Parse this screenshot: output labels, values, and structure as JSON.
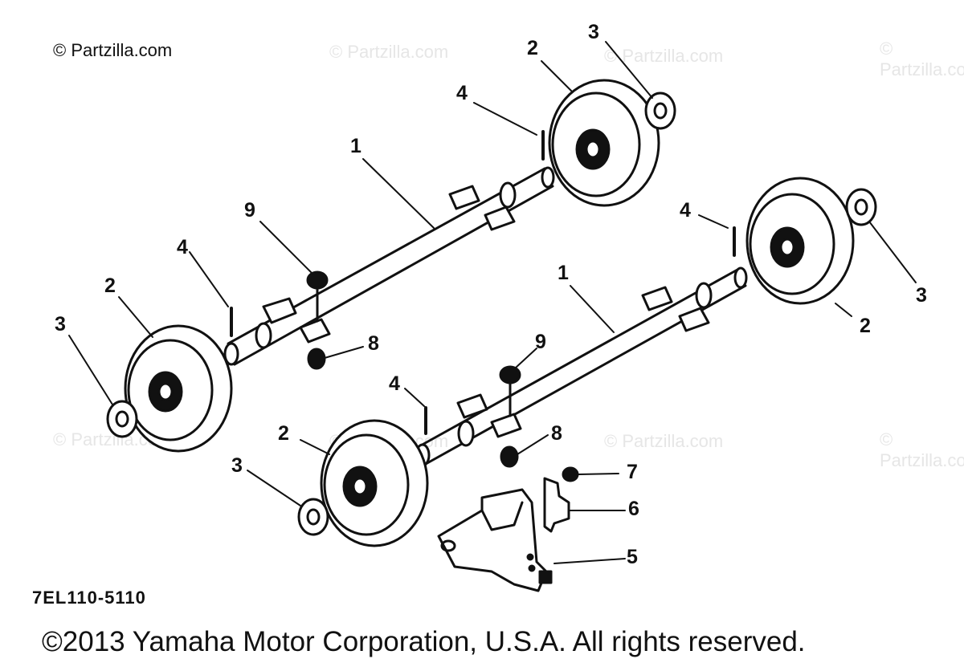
{
  "watermark_text": "© Partzilla.com",
  "brand_text": "© Partzilla.com",
  "callouts": {
    "c1": "1",
    "c2": "1",
    "c3": "2",
    "c4": "2",
    "c5": "2",
    "c6": "2",
    "c7": "3",
    "c8": "3",
    "c9": "3",
    "c10": "3",
    "c11": "4",
    "c12": "4",
    "c13": "4",
    "c14": "4",
    "c15": "5",
    "c16": "6",
    "c17": "7",
    "c18": "8",
    "c19": "8",
    "c20": "9",
    "c21": "9"
  },
  "diagram_code": "7EL110-5110",
  "copyright": "©2013 Yamaha Motor Corporation, U.S.A. All rights reserved."
}
